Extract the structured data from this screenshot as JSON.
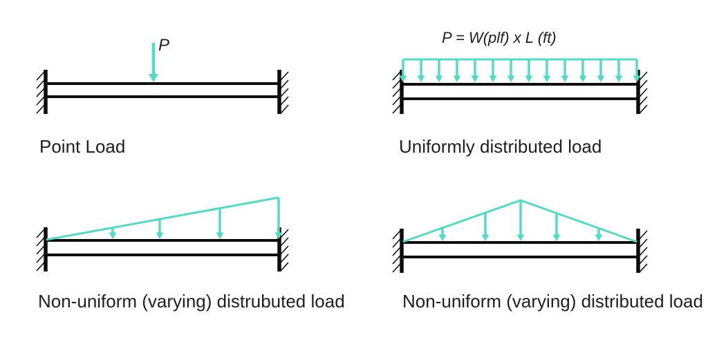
{
  "colors": {
    "accent": "#4edcc4",
    "ink": "#0d0d0d",
    "text": "#1f1f1f"
  },
  "panels": {
    "point_load": {
      "caption": "Point Load",
      "load_label": "P",
      "arrows": 1
    },
    "udl": {
      "caption": "Uniformly distributed load",
      "formula": "P = W(plf) x L (ft)",
      "arrows": 14
    },
    "varying_left": {
      "caption": "Non-uniform (varying) distrubuted load",
      "arrows": 4,
      "shape": "triangle rising to right"
    },
    "varying_right": {
      "caption": "Non-uniform (varying) distributed load",
      "arrows": 5,
      "shape": "triangle peaked at center"
    }
  }
}
